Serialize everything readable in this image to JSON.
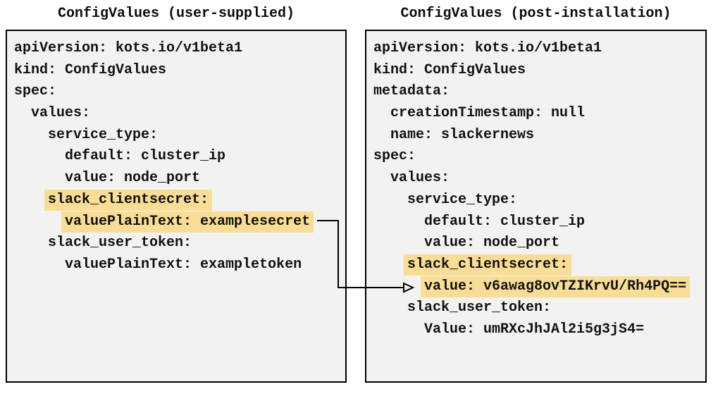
{
  "diagram": {
    "panels": [
      {
        "id": "user-supplied",
        "title": "ConfigValues (user-supplied)",
        "lines": [
          {
            "text": "apiVersion: kots.io/v1beta1",
            "highlight": false
          },
          {
            "text": "kind: ConfigValues",
            "highlight": false
          },
          {
            "text": "spec:",
            "highlight": false
          },
          {
            "text": "  values:",
            "highlight": false
          },
          {
            "text": "    service_type:",
            "highlight": false
          },
          {
            "text": "      default: cluster_ip",
            "highlight": false
          },
          {
            "text": "      value: node_port",
            "highlight": false
          },
          {
            "text": "    slack_clientsecret:",
            "highlight": true
          },
          {
            "text": "      valuePlainText: examplesecret",
            "highlight": true
          },
          {
            "text": "    slack_user_token:",
            "highlight": false
          },
          {
            "text": "      valuePlainText: exampletoken",
            "highlight": false
          }
        ]
      },
      {
        "id": "post-installation",
        "title": "ConfigValues (post-installation)",
        "lines": [
          {
            "text": "apiVersion: kots.io/v1beta1",
            "highlight": false
          },
          {
            "text": "kind: ConfigValues",
            "highlight": false
          },
          {
            "text": "metadata:",
            "highlight": false
          },
          {
            "text": "  creationTimestamp: null",
            "highlight": false
          },
          {
            "text": "  name: slackernews",
            "highlight": false
          },
          {
            "text": "spec:",
            "highlight": false
          },
          {
            "text": "  values:",
            "highlight": false
          },
          {
            "text": "    service_type:",
            "highlight": false
          },
          {
            "text": "      default: cluster_ip",
            "highlight": false
          },
          {
            "text": "      value: node_port",
            "highlight": false
          },
          {
            "text": "    slack_clientsecret:",
            "highlight": true
          },
          {
            "text": "      value: v6awag8ovTZIKrvU/Rh4PQ==",
            "highlight": true
          },
          {
            "text": "    slack_user_token:",
            "highlight": false
          },
          {
            "text": "      Value: umRXcJhJAl2i5g3jS4=",
            "highlight": false
          }
        ]
      }
    ],
    "connector": {
      "from_text": "valuePlainText: examplesecret",
      "to_text": "value: v6awag8ovTZIKrvU/Rh4PQ=="
    },
    "colors": {
      "highlight": "#F9DD96",
      "panel_background": "#F2F2F1",
      "border": "#000000",
      "text": "#111111"
    }
  }
}
